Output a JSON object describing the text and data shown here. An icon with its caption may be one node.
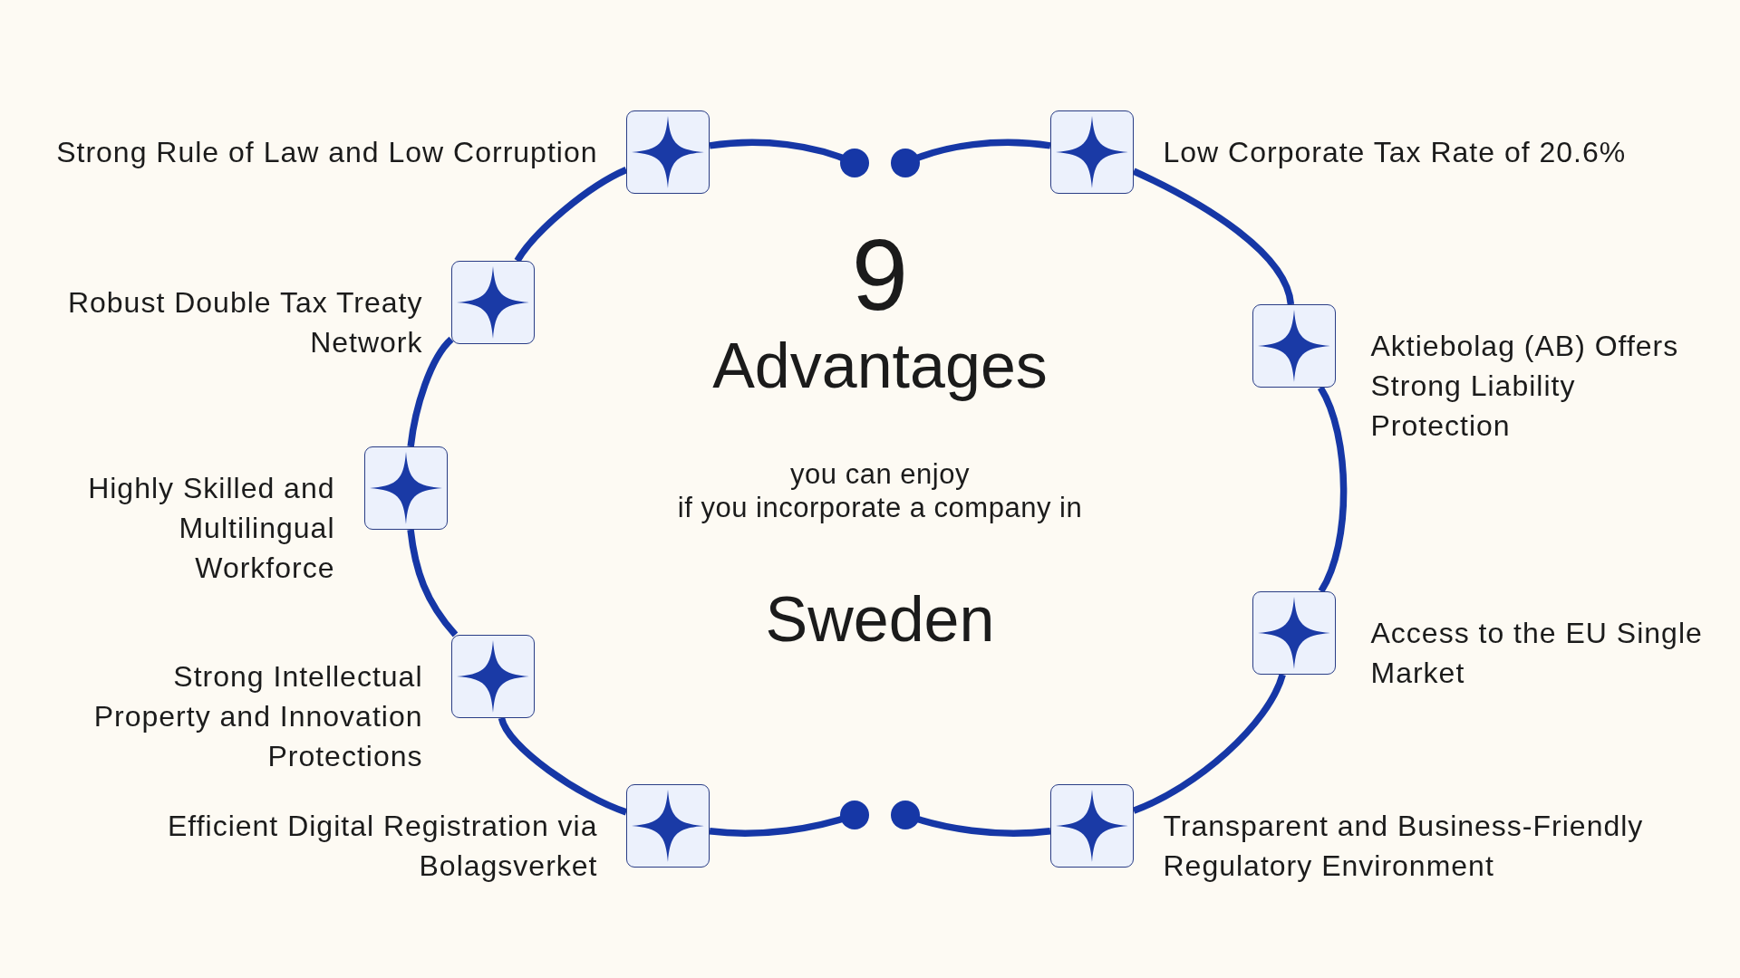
{
  "diagram": {
    "nodes": [
      {
        "text": [],
        "shape": "box",
        "beside": [
          "Strong Rule of Law and Low Corruption"
        ]
      },
      {
        "text": [],
        "shape": "box",
        "beside": [
          "Low Corporate Tax Rate of 20.6%"
        ]
      },
      {
        "text": [],
        "shape": "box",
        "beside": [
          "Robust Double Tax Treaty Network"
        ]
      },
      {
        "text": [],
        "shape": "box",
        "beside": [
          "Aktiebolag (AB) Offers Strong Liability Protection"
        ]
      },
      {
        "text": [],
        "shape": "box",
        "beside": [
          "Highly Skilled and Multilingual Workforce"
        ]
      },
      {
        "text": [],
        "shape": "box",
        "beside": [
          "Access to the EU Single Market"
        ]
      },
      {
        "text": [],
        "shape": "box",
        "beside": [
          "Strong Intellectual Property and Innovation Protections"
        ]
      },
      {
        "text": [],
        "shape": "box",
        "beside": [
          "Efficient Digital Registration via Bolagsverket"
        ]
      },
      {
        "text": [],
        "shape": "box",
        "beside": [
          "Transparent and Business-Friendly Regulatory Environment"
        ]
      }
    ],
    "edges": [
      {
        "from": 0,
        "to": null,
        "arrow": "other"
      },
      {
        "from": null,
        "to": 1,
        "arrow": "other"
      },
      {
        "from": 1,
        "to": 3,
        "arrow": "none"
      },
      {
        "from": 3,
        "to": 5,
        "arrow": "none"
      },
      {
        "from": 5,
        "to": 8,
        "arrow": "none"
      },
      {
        "from": 8,
        "to": null,
        "arrow": "other"
      },
      {
        "from": null,
        "to": 7,
        "arrow": "other"
      },
      {
        "from": 7,
        "to": 6,
        "arrow": "none"
      },
      {
        "from": 6,
        "to": 4,
        "arrow": "none"
      },
      {
        "from": 4,
        "to": 2,
        "arrow": "none"
      },
      {
        "from": 2,
        "to": 0,
        "arrow": "none"
      }
    ],
    "labels": [
      "9",
      "Advantages",
      "you can enjoy if you incorporate a company in",
      "Sweden"
    ]
  }
}
